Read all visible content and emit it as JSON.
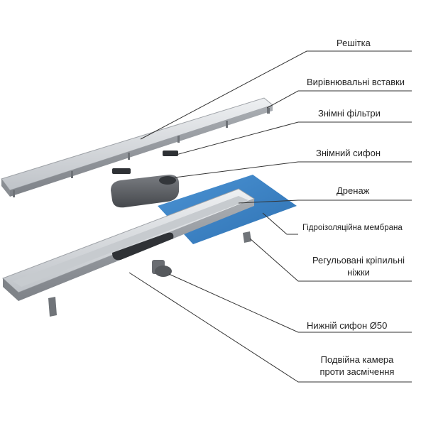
{
  "labels": {
    "grate": "Решітка",
    "leveling_inserts": "Вирівнювальні вставки",
    "removable_filters": "Знімні фільтри",
    "removable_siphon": "Знімний сифон",
    "drain": "Дренаж",
    "membrane": "Гідроізоляційна мембрана",
    "adjustable_legs_1": "Регульовані кріпильні",
    "adjustable_legs_2": "ніжки",
    "bottom_siphon": "Нижній сифон Ø50",
    "double_chamber_1": "Подвійна камера",
    "double_chamber_2": "проти засмічення"
  },
  "colors": {
    "steel_light": "#d9dcdf",
    "steel_mid": "#b9bdc2",
    "steel_dark": "#8f9399",
    "membrane_blue": "#3f86c8",
    "plastic_dark": "#5b5e63",
    "leader_line": "#333333"
  }
}
